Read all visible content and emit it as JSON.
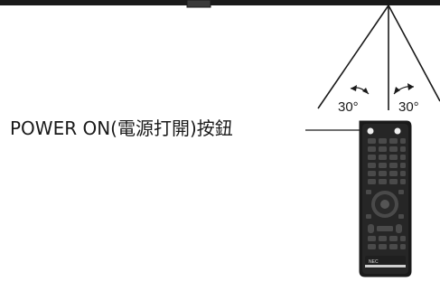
{
  "callout": {
    "label": "POWER ON(電源打開)按鈕"
  },
  "angles": {
    "left": "30°",
    "right": "30°"
  },
  "remote": {
    "brand": "NEC"
  },
  "colors": {
    "line": "#1a1a1a",
    "remote_body": "#1a1a1a",
    "button": "#2b2b2b",
    "background": "#ffffff"
  }
}
